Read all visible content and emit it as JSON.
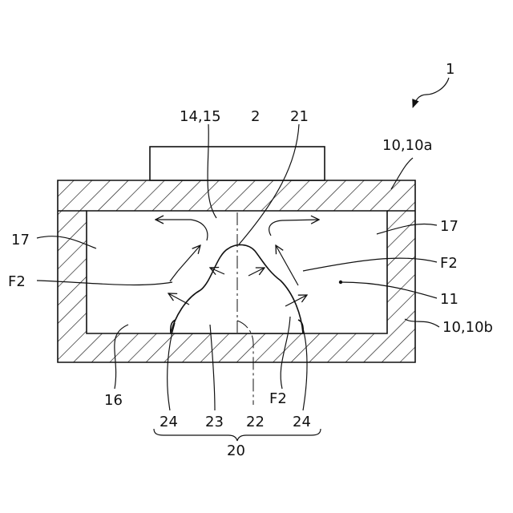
{
  "figure": {
    "labels": {
      "ref_1": "1",
      "ref_2": "2",
      "ref_10_10a": "10,10a",
      "ref_10_10b": "10,10b",
      "ref_11": "11",
      "ref_14_15": "14,15",
      "ref_16": "16",
      "ref_17_left": "17",
      "ref_17_right": "17",
      "ref_20": "20",
      "ref_21": "21",
      "ref_22": "22",
      "ref_23": "23",
      "ref_24_left": "24",
      "ref_24_right": "24",
      "ref_f2_left": "F2",
      "ref_f2_right": "F2",
      "ref_f2_bottom": "F2"
    }
  }
}
